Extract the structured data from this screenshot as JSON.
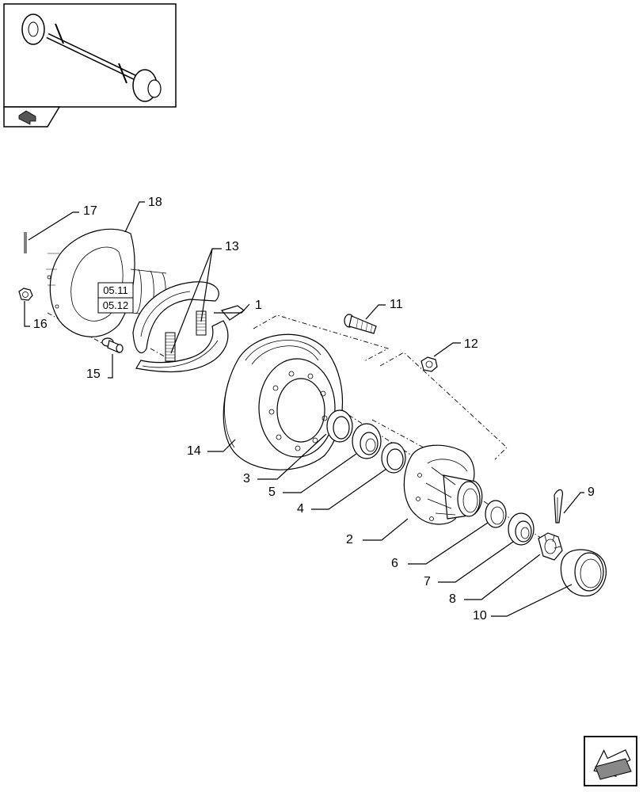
{
  "callouts": [
    "1",
    "2",
    "3",
    "4",
    "5",
    "6",
    "7",
    "8",
    "9",
    "10",
    "11",
    "12",
    "13",
    "14",
    "15",
    "16",
    "17",
    "18"
  ],
  "reference_boxes": [
    "05.11",
    "05.12"
  ],
  "thumbnail": {
    "icon": "axle-assembly-thumbnail"
  },
  "corner_icons": {
    "top_left": "previous-page-arrow-icon",
    "bottom_right": "next-page-arrow-icon"
  }
}
